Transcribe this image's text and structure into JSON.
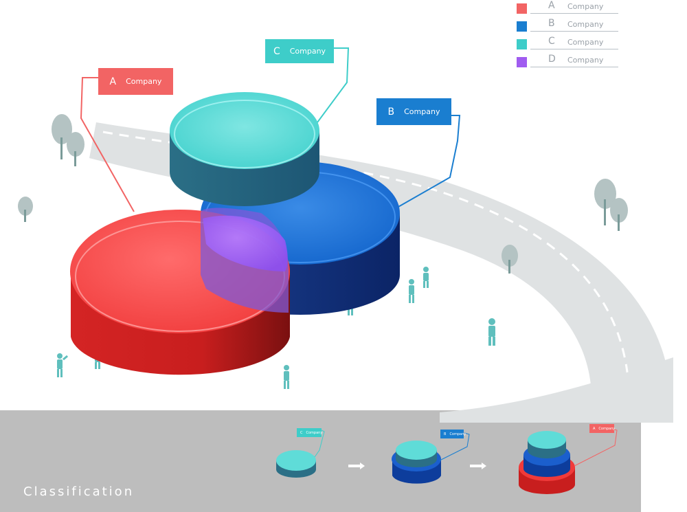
{
  "colors": {
    "A": "#f26464",
    "B": "#1a7ed0",
    "C": "#3ecdc9",
    "D": "#a05cf0",
    "road": "#dfe2e3",
    "panel": "#bdbdbd",
    "figure": "#5fbfbd",
    "tree": "#b4c3c3"
  },
  "legend": [
    {
      "letter": "A",
      "name": "Company",
      "color": "#f26464"
    },
    {
      "letter": "B",
      "name": "Company",
      "color": "#1a7ed0"
    },
    {
      "letter": "C",
      "name": "Company",
      "color": "#3ecdc9"
    },
    {
      "letter": "D",
      "name": "Company",
      "color": "#a05cf0"
    }
  ],
  "callouts": {
    "a": {
      "letter": "A",
      "name": "Company"
    },
    "b": {
      "letter": "B",
      "name": "Company"
    },
    "c": {
      "letter": "C",
      "name": "Company"
    }
  },
  "bottom": {
    "title": "Classification",
    "steps": [
      {
        "letter": "C",
        "name": "Company"
      },
      {
        "letter": "B",
        "name": "Company"
      },
      {
        "letter": "A",
        "name": "Company"
      }
    ]
  },
  "icons": [
    "tree-icon",
    "person-icon",
    "arrow-right-icon"
  ]
}
